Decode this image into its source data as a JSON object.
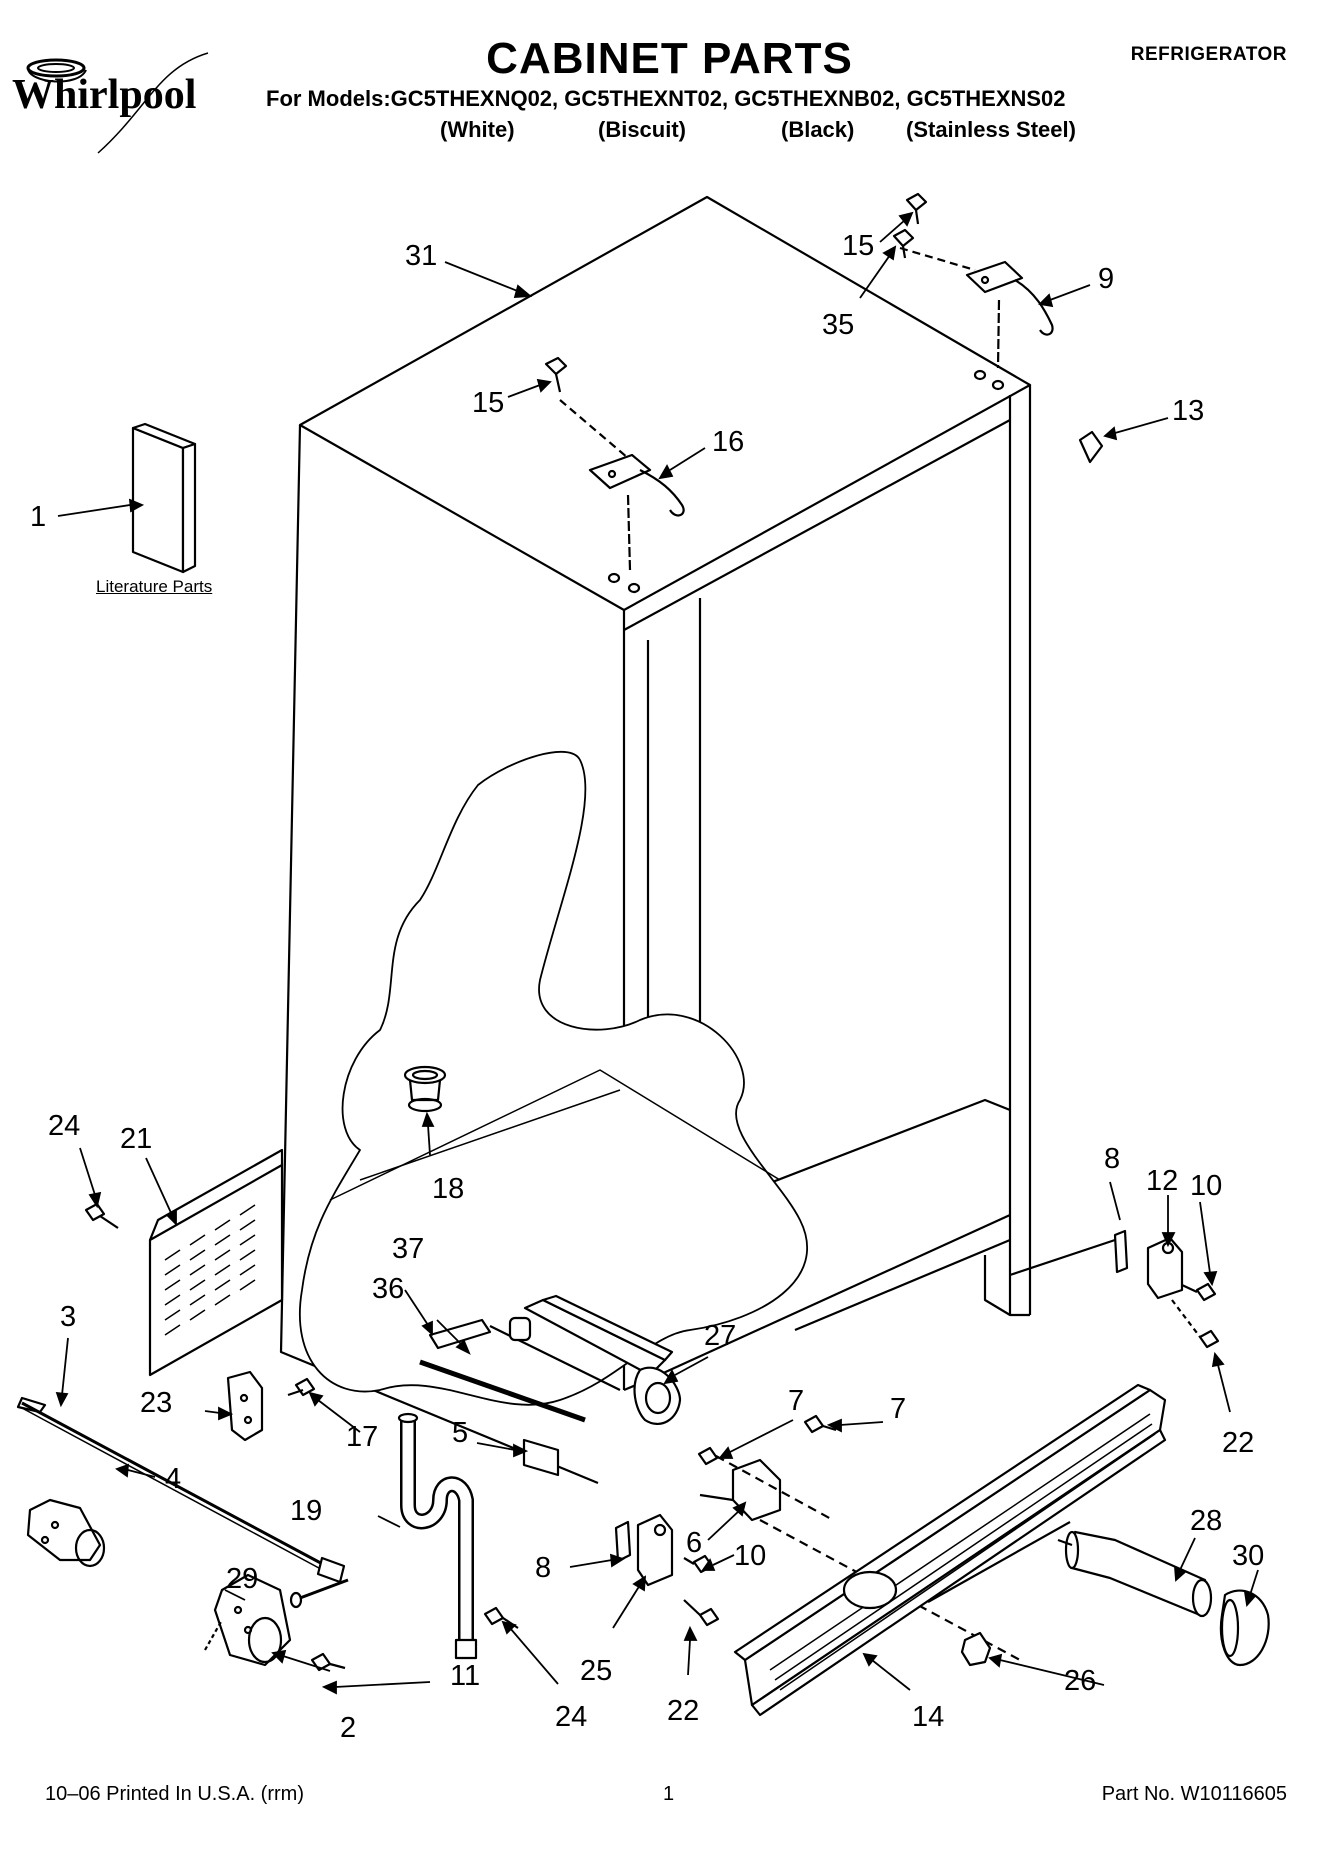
{
  "header": {
    "brand": "Whirlpool",
    "title": "CABINET PARTS",
    "category": "REFRIGERATOR",
    "models_line": "For Models:GC5THEXNQ02, GC5THEXNT02, GC5THEXNB02, GC5THEXNS02",
    "variants": [
      "(White)",
      "(Biscuit)",
      "(Black)",
      "(Stainless Steel)"
    ]
  },
  "literature_label": "Literature Parts",
  "callouts": [
    "1",
    "2",
    "3",
    "4",
    "5",
    "6",
    "7",
    "7",
    "8",
    "8",
    "9",
    "10",
    "10",
    "11",
    "12",
    "13",
    "14",
    "15",
    "15",
    "16",
    "17",
    "18",
    "19",
    "21",
    "22",
    "22",
    "23",
    "24",
    "24",
    "25",
    "26",
    "27",
    "28",
    "29",
    "30",
    "31",
    "35",
    "36",
    "37"
  ],
  "footer": {
    "print_info": "10–06 Printed In U.S.A. (rrm)",
    "page": "1",
    "part_no": "Part No. W10116605"
  }
}
